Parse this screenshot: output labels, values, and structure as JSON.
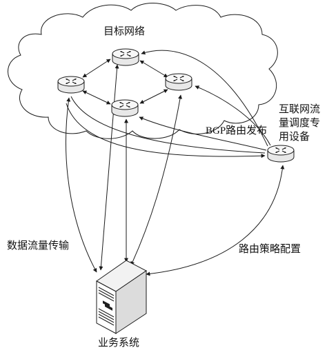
{
  "labels": {
    "target_network": "目标网络",
    "bgp_publish": "BGP路由发布",
    "device_line1": "互联网流",
    "device_line2": "量调度专",
    "device_line3": "用设备",
    "data_transfer": "数据流量传输",
    "policy_config": "路由策略配置",
    "business_system": "业务系统"
  },
  "icons": {
    "router": "router-icon",
    "server": "server-icon",
    "cloud": "cloud-shape"
  },
  "colors": {
    "line": "#1a1a1a",
    "router_fill": "#f2f2f2",
    "server_body": "#e6e6e6",
    "server_dark": "#1e1e1e"
  }
}
